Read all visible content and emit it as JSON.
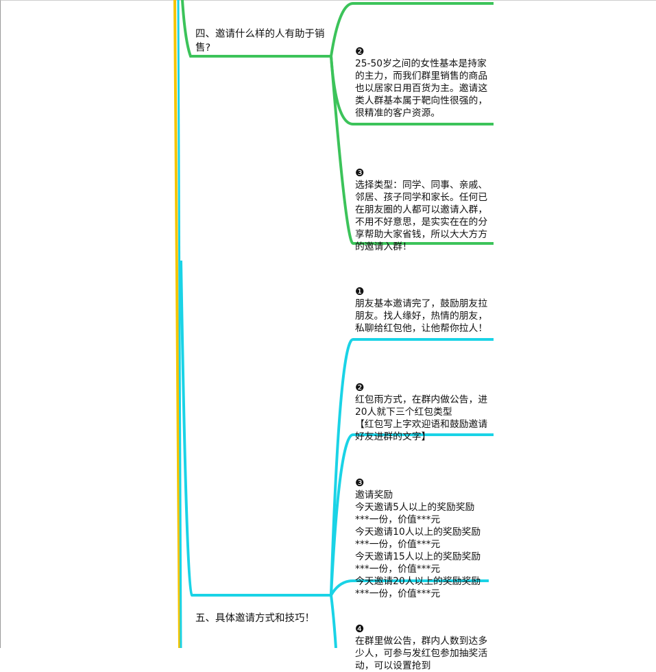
{
  "colors": {
    "trunk_yellow": "#f5c400",
    "trunk_cyan": "#1ad3e6",
    "green": "#3cc35a",
    "cyan": "#1ad3e6"
  },
  "section4": {
    "title": "四、邀请什么样的人有助于销售?",
    "items": [
      {
        "num": "❷",
        "text": "25-50岁之间的女性基本是持家的主力，而我们群里销售的商品也以居家日用百货为主。邀请这类人群基本属于靶向性很强的，很精准的客户资源。"
      },
      {
        "num": "❸",
        "text": "选择类型：同学、同事、亲戚、邻居、孩子同学和家长。任何已在朋友圈的人都可以邀请入群，不用不好意思，是实实在在的分享帮助大家省钱，所以大大方方的邀请入群！"
      }
    ]
  },
  "section5": {
    "title": "五、具体邀请方式和技巧！",
    "items": [
      {
        "num": "❶",
        "text": "朋友基本邀请完了，鼓励朋友拉朋友。找人缘好，热情的朋友，私聊给红包他，让他帮你拉人！"
      },
      {
        "num": "❷",
        "text": "红包雨方式，在群内做公告，进20人就下三个红包类型\n【红包写上字欢迎语和鼓励邀请好友进群的文字】"
      },
      {
        "num": "❸",
        "text": "邀请奖励\n今天邀请5人以上的奖励奖励***一份，价值***元\n今天邀请10人以上的奖励奖励***一份，价值***元\n今天邀请15人以上的奖励奖励***一份，价值***元\n今天邀请20人以上的奖励奖励***一份，价值***元"
      },
      {
        "num": "❹",
        "text": "在群里做公告，群内人数到达多少人，可参与发红包参加抽奖活动，可以设置抢到"
      }
    ]
  }
}
